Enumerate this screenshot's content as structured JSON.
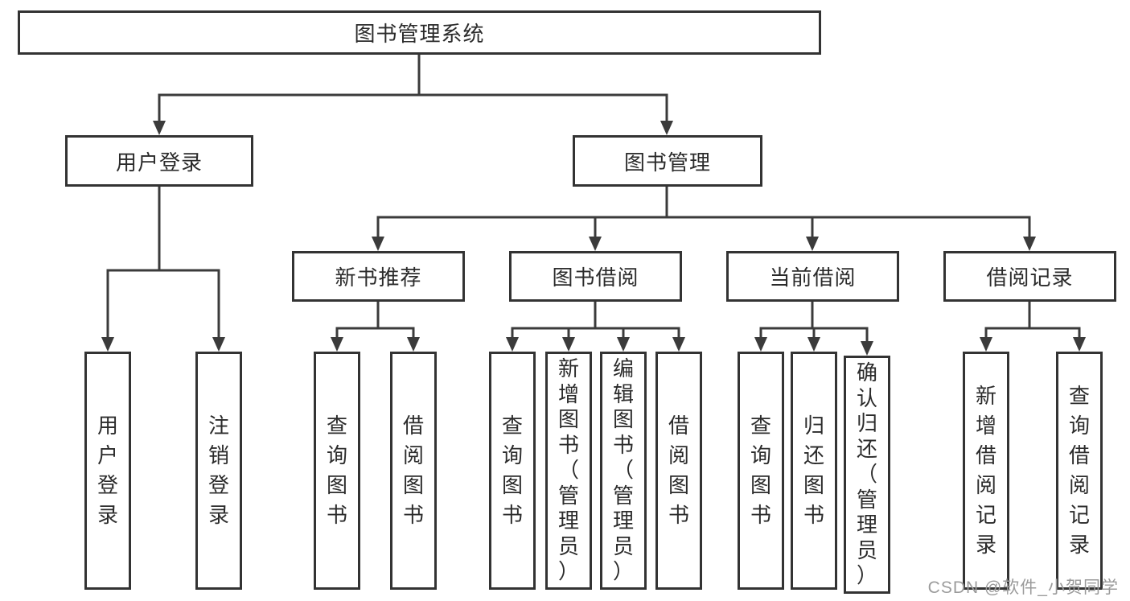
{
  "tree": {
    "label": "图书管理系统",
    "children": [
      {
        "label": "用户登录",
        "children": [
          {
            "label": "用户登录"
          },
          {
            "label": "注销登录"
          }
        ]
      },
      {
        "label": "图书管理",
        "children": [
          {
            "label": "新书推荐",
            "children": [
              {
                "label": "查询图书"
              },
              {
                "label": "借阅图书"
              }
            ]
          },
          {
            "label": "图书借阅",
            "children": [
              {
                "label": "查询图书"
              },
              {
                "label": "新增图书（管理员）"
              },
              {
                "label": "编辑图书（管理员）"
              },
              {
                "label": "借阅图书"
              }
            ]
          },
          {
            "label": "当前借阅",
            "children": [
              {
                "label": "查询图书"
              },
              {
                "label": "归还图书"
              },
              {
                "label": "确认归还（管理员）"
              }
            ]
          },
          {
            "label": "借阅记录",
            "children": [
              {
                "label": "新增借阅记录"
              },
              {
                "label": "查询借阅记录"
              }
            ]
          }
        ]
      }
    ]
  },
  "watermark": {
    "text": "CSDN @软件_小贺同学"
  },
  "colors": {
    "line": "#3b3b3b",
    "border": "#333333",
    "text": "#2b2b2b",
    "watermark": "#9b9b9b",
    "background": "#ffffff"
  }
}
